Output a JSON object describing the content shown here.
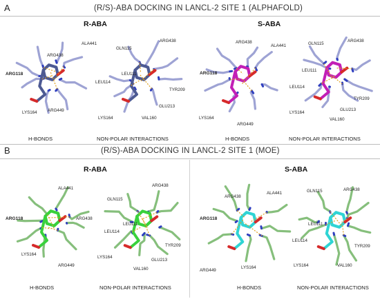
{
  "panel_a": {
    "letter": "A",
    "title": "(R/S)-ABA DOCKING IN LANCL-2 SITE 1 (ALPHAFOLD)",
    "r_header": "R-ABA",
    "s_header": "S-ABA",
    "r_hbonds_labels": [
      "ALA441",
      "ARG438",
      "ARG118",
      "LYS164",
      "ARG449"
    ],
    "r_np_labels": [
      "GLN115",
      "ARG438",
      "LEU111",
      "LEU114",
      "TYR209",
      "GLU213",
      "LYS164",
      "VAL160"
    ],
    "s_hbonds_labels": [
      "ARG438",
      "ALA441",
      "ARG118",
      "LYS164",
      "ARG449"
    ],
    "s_np_labels": [
      "GLN115",
      "ARG438",
      "LEU111",
      "LEU114",
      "TYR209",
      "GLU213",
      "LYS164",
      "VAL160"
    ],
    "captions": [
      "H-BONDS",
      "NON-POLAR INTERACTIONS",
      "H-BONDS",
      "NON-POLAR INTERACTIONS"
    ]
  },
  "panel_b": {
    "letter": "B",
    "title": "(R/S)-ABA DOCKING IN LANCL-2 SITE 1 (MOE)",
    "r_header": "R-ABA",
    "s_header": "S-ABA",
    "r_hbonds_labels": [
      "ALA441",
      "ARG118",
      "ARG438",
      "LYS164",
      "ARG449"
    ],
    "r_np_labels": [
      "ARG438",
      "GLN115",
      "LEU111",
      "LEU114",
      "TYR209",
      "LYS164",
      "VAL160",
      "GLU213"
    ],
    "s_hbonds_labels": [
      "ALA441",
      "ARG438",
      "ARG118",
      "ARG449",
      "LYS164"
    ],
    "s_np_labels": [
      "GLN115",
      "ARG438",
      "LEU111",
      "LEU114",
      "TYR209",
      "LYS164",
      "VAL160"
    ],
    "captions": [
      "H-BONDS",
      "NON-POLAR INTERACTIONS",
      "H-BONDS",
      "NON-POLAR INTERACTIONS"
    ]
  },
  "colors": {
    "alphafold_protein": "#9ea3d4",
    "r_ligand_a": "#4d5a93",
    "s_ligand_a": "#c21fb6",
    "moe_protein": "#86bf7c",
    "r_ligand_b": "#39d13c",
    "s_ligand_b": "#2fd4d4",
    "nitrogen": "#2f3fbf",
    "oxygen": "#d62a2a",
    "hbond": "#e0a01a"
  }
}
